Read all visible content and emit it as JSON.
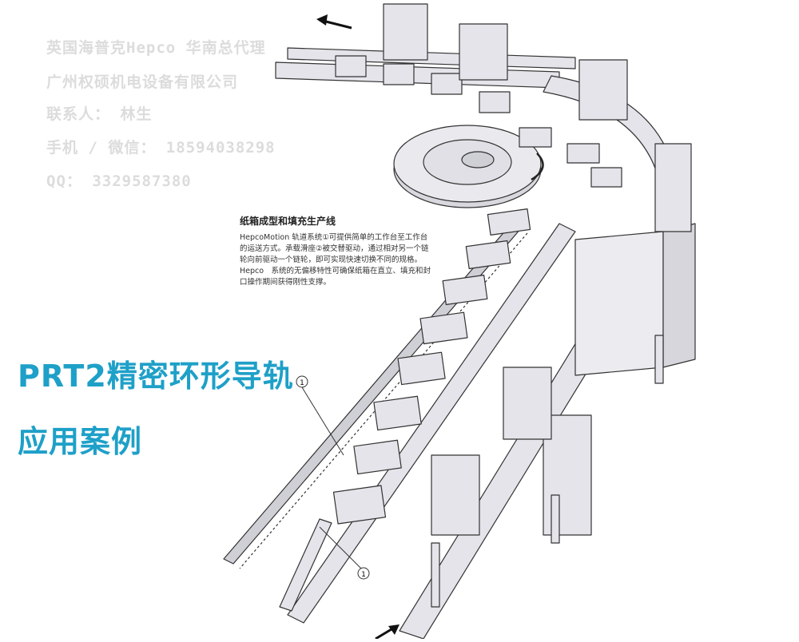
{
  "watermark": {
    "line1": "英国海普克Hepco 华南总代理",
    "line2": "广州权硕机电设备有限公司",
    "line3": "联系人：  林生",
    "line4": "手机 / 微信：  18594038298",
    "line5": "QQ：  3329587380"
  },
  "description": {
    "title": "纸箱成型和填充生产线",
    "body": "HepcoMotion 轨道系统①可提供简单的工作台至工作台的运送方式。承载滑座②被交替驱动，通过相对另一个链轮向前驱动一个链轮，即可实现快速切换不同的规格。Hepco　系统的无偏移特性可确保纸箱在直立、填充和封口操作期间获得刚性支撑。"
  },
  "headline": {
    "line1": "PRT2精密环形导轨",
    "line2": "应用案例"
  },
  "callouts": {
    "c1": "1",
    "c2": "1"
  }
}
